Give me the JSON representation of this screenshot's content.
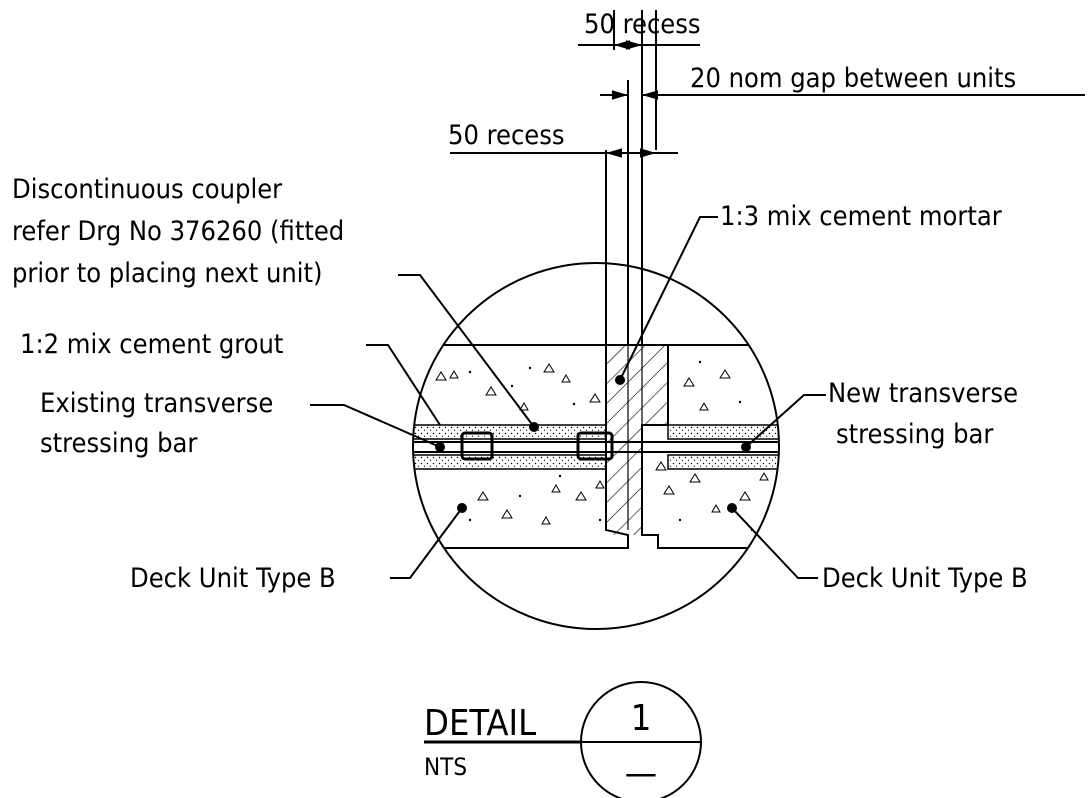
{
  "detail": {
    "title": "DETAIL",
    "scale": "NTS",
    "number": "1",
    "sheet": "—"
  },
  "dimensions": {
    "recess_top": "50 recess",
    "gap": "20 nom gap between units",
    "recess_left": "50 recess"
  },
  "callouts": {
    "coupler": [
      "Discontinuous coupler",
      "refer Drg No 376260 (fitted",
      "prior to placing next unit)"
    ],
    "mortar": "1:3 mix cement mortar",
    "grout": "1:2 mix cement grout",
    "existing_bar": [
      "Existing transverse",
      "stressing bar"
    ],
    "new_bar": [
      "New transverse",
      "stressing bar"
    ],
    "deck_left": "Deck Unit Type B",
    "deck_right": "Deck Unit Type B"
  }
}
